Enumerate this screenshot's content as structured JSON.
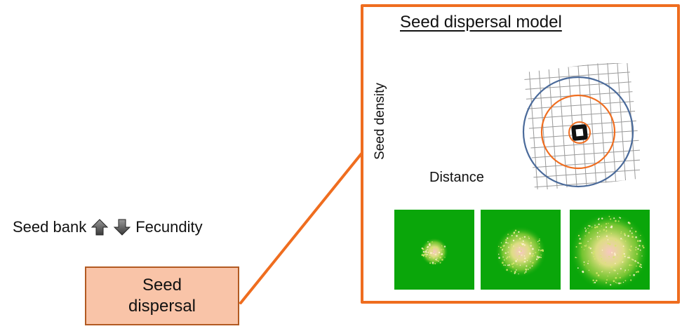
{
  "labels": {
    "seed_bank": "Seed bank",
    "fecundity": "Fecundity"
  },
  "seed_box": {
    "text": "Seed dispersal"
  },
  "model": {
    "title": "Seed dispersal model",
    "y_axis_label": "Seed density",
    "x_axis_label": "Distance"
  },
  "icons": {
    "up": "up-arrow-icon",
    "down": "down-arrow-icon"
  },
  "colors": {
    "accent_orange": "#ef6d1f",
    "box_fill": "#f9c4a8",
    "box_border": "#b25a22",
    "inner_ring": "#ef6d1f",
    "outer_ring": "#4a6a9a",
    "tile_green": "#0aa60a"
  },
  "dispersal_tiles": [
    {
      "spread": 0.22
    },
    {
      "spread": 0.4
    },
    {
      "spread": 0.62
    }
  ]
}
